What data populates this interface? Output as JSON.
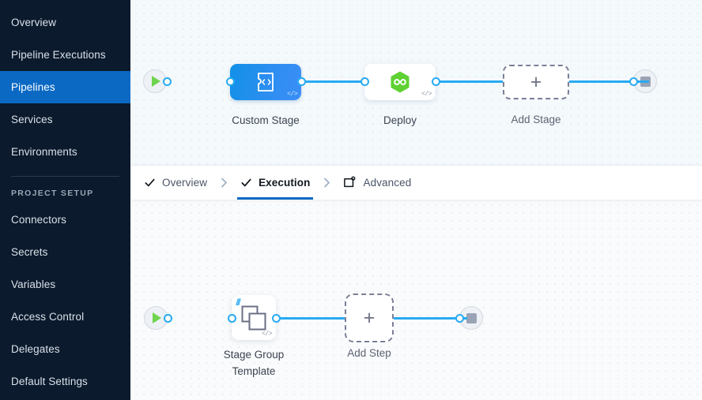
{
  "sidebar": {
    "items": [
      {
        "label": "Overview",
        "active": false
      },
      {
        "label": "Pipeline Executions",
        "active": false
      },
      {
        "label": "Pipelines",
        "active": true
      },
      {
        "label": "Services",
        "active": false
      },
      {
        "label": "Environments",
        "active": false
      }
    ],
    "section_label": "PROJECT SETUP",
    "setup_items": [
      {
        "label": "Connectors"
      },
      {
        "label": "Secrets"
      },
      {
        "label": "Variables"
      },
      {
        "label": "Access Control"
      },
      {
        "label": "Delegates"
      },
      {
        "label": "Default Settings"
      }
    ],
    "colors": {
      "background": "#0b1a2d",
      "active_background": "#0b69c4",
      "text": "#d9e0e8"
    }
  },
  "tabs": {
    "items": [
      {
        "label": "Overview",
        "icon": "check-icon",
        "active": false
      },
      {
        "label": "Execution",
        "icon": "check-icon",
        "active": true
      },
      {
        "label": "Advanced",
        "icon": "advanced-settings-icon",
        "active": false
      }
    ],
    "separator_icon": "chevron-right-icon",
    "active_underline_color": "#0b69c4"
  },
  "stage_canvas": {
    "start_node": {
      "icon": "play-icon",
      "color": "#6fd44e"
    },
    "end_node": {
      "icon": "stop-icon",
      "color": "#9aa3b5"
    },
    "nodes": [
      {
        "label": "Custom Stage",
        "type": "custom-stage",
        "icon": "custom-stage-code-icon",
        "badge": "</>",
        "color": "#2d8ef0"
      },
      {
        "label": "Deploy",
        "type": "deploy-stage",
        "icon": "harness-hexagon-icon",
        "badge": "</>",
        "color": "#4ccf33"
      },
      {
        "label": "Add Stage",
        "type": "add-stage",
        "icon": "plus-icon"
      }
    ]
  },
  "step_canvas": {
    "start_node": {
      "icon": "play-icon",
      "color": "#6fd44e"
    },
    "end_node": {
      "icon": "stop-icon",
      "color": "#9aa3b5"
    },
    "nodes": [
      {
        "label": "Stage Group\nTemplate",
        "type": "template-step",
        "icon": "stacked-squares-icon",
        "badge": "</>",
        "ribbon": "|||"
      },
      {
        "label": "Add Step",
        "type": "add-step",
        "icon": "plus-icon"
      }
    ]
  },
  "colors": {
    "wire": "#29aaf2",
    "canvas_top_bg": "#f4f9fc",
    "canvas_bottom_bg": "#fafbfc",
    "grid_dot": "#c9d7e4"
  }
}
